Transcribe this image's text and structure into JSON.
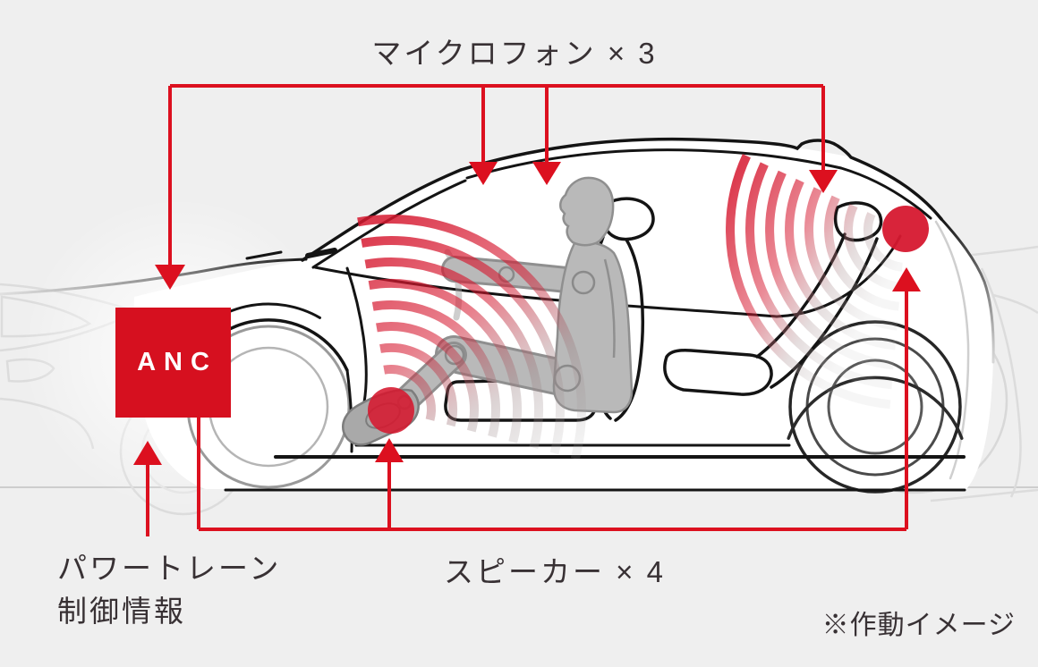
{
  "diagram": {
    "type": "anc-system-schematic",
    "anc": {
      "label": "ANC"
    },
    "labels": {
      "microphone": "マイクロフォン × 3",
      "speaker": "スピーカー × 4",
      "powertrain_line1": "パワートレーン",
      "powertrain_line2": "制御情報",
      "note": "※作動イメージ"
    },
    "counts": {
      "microphones": 3,
      "speakers": 4
    },
    "colors": {
      "accent_red": "#d6101f",
      "wave_red": "#d6182f",
      "background": "#efefef",
      "car_line": "#141414",
      "figure_gray": "#b9b9b9",
      "ghost_gray": "#dcdcdc",
      "text": "#383134"
    },
    "icons": [
      "down-arrow-icon",
      "up-arrow-icon",
      "speaker-dot-icon",
      "sound-wave-icon",
      "car-silhouette",
      "driver-figure"
    ]
  }
}
